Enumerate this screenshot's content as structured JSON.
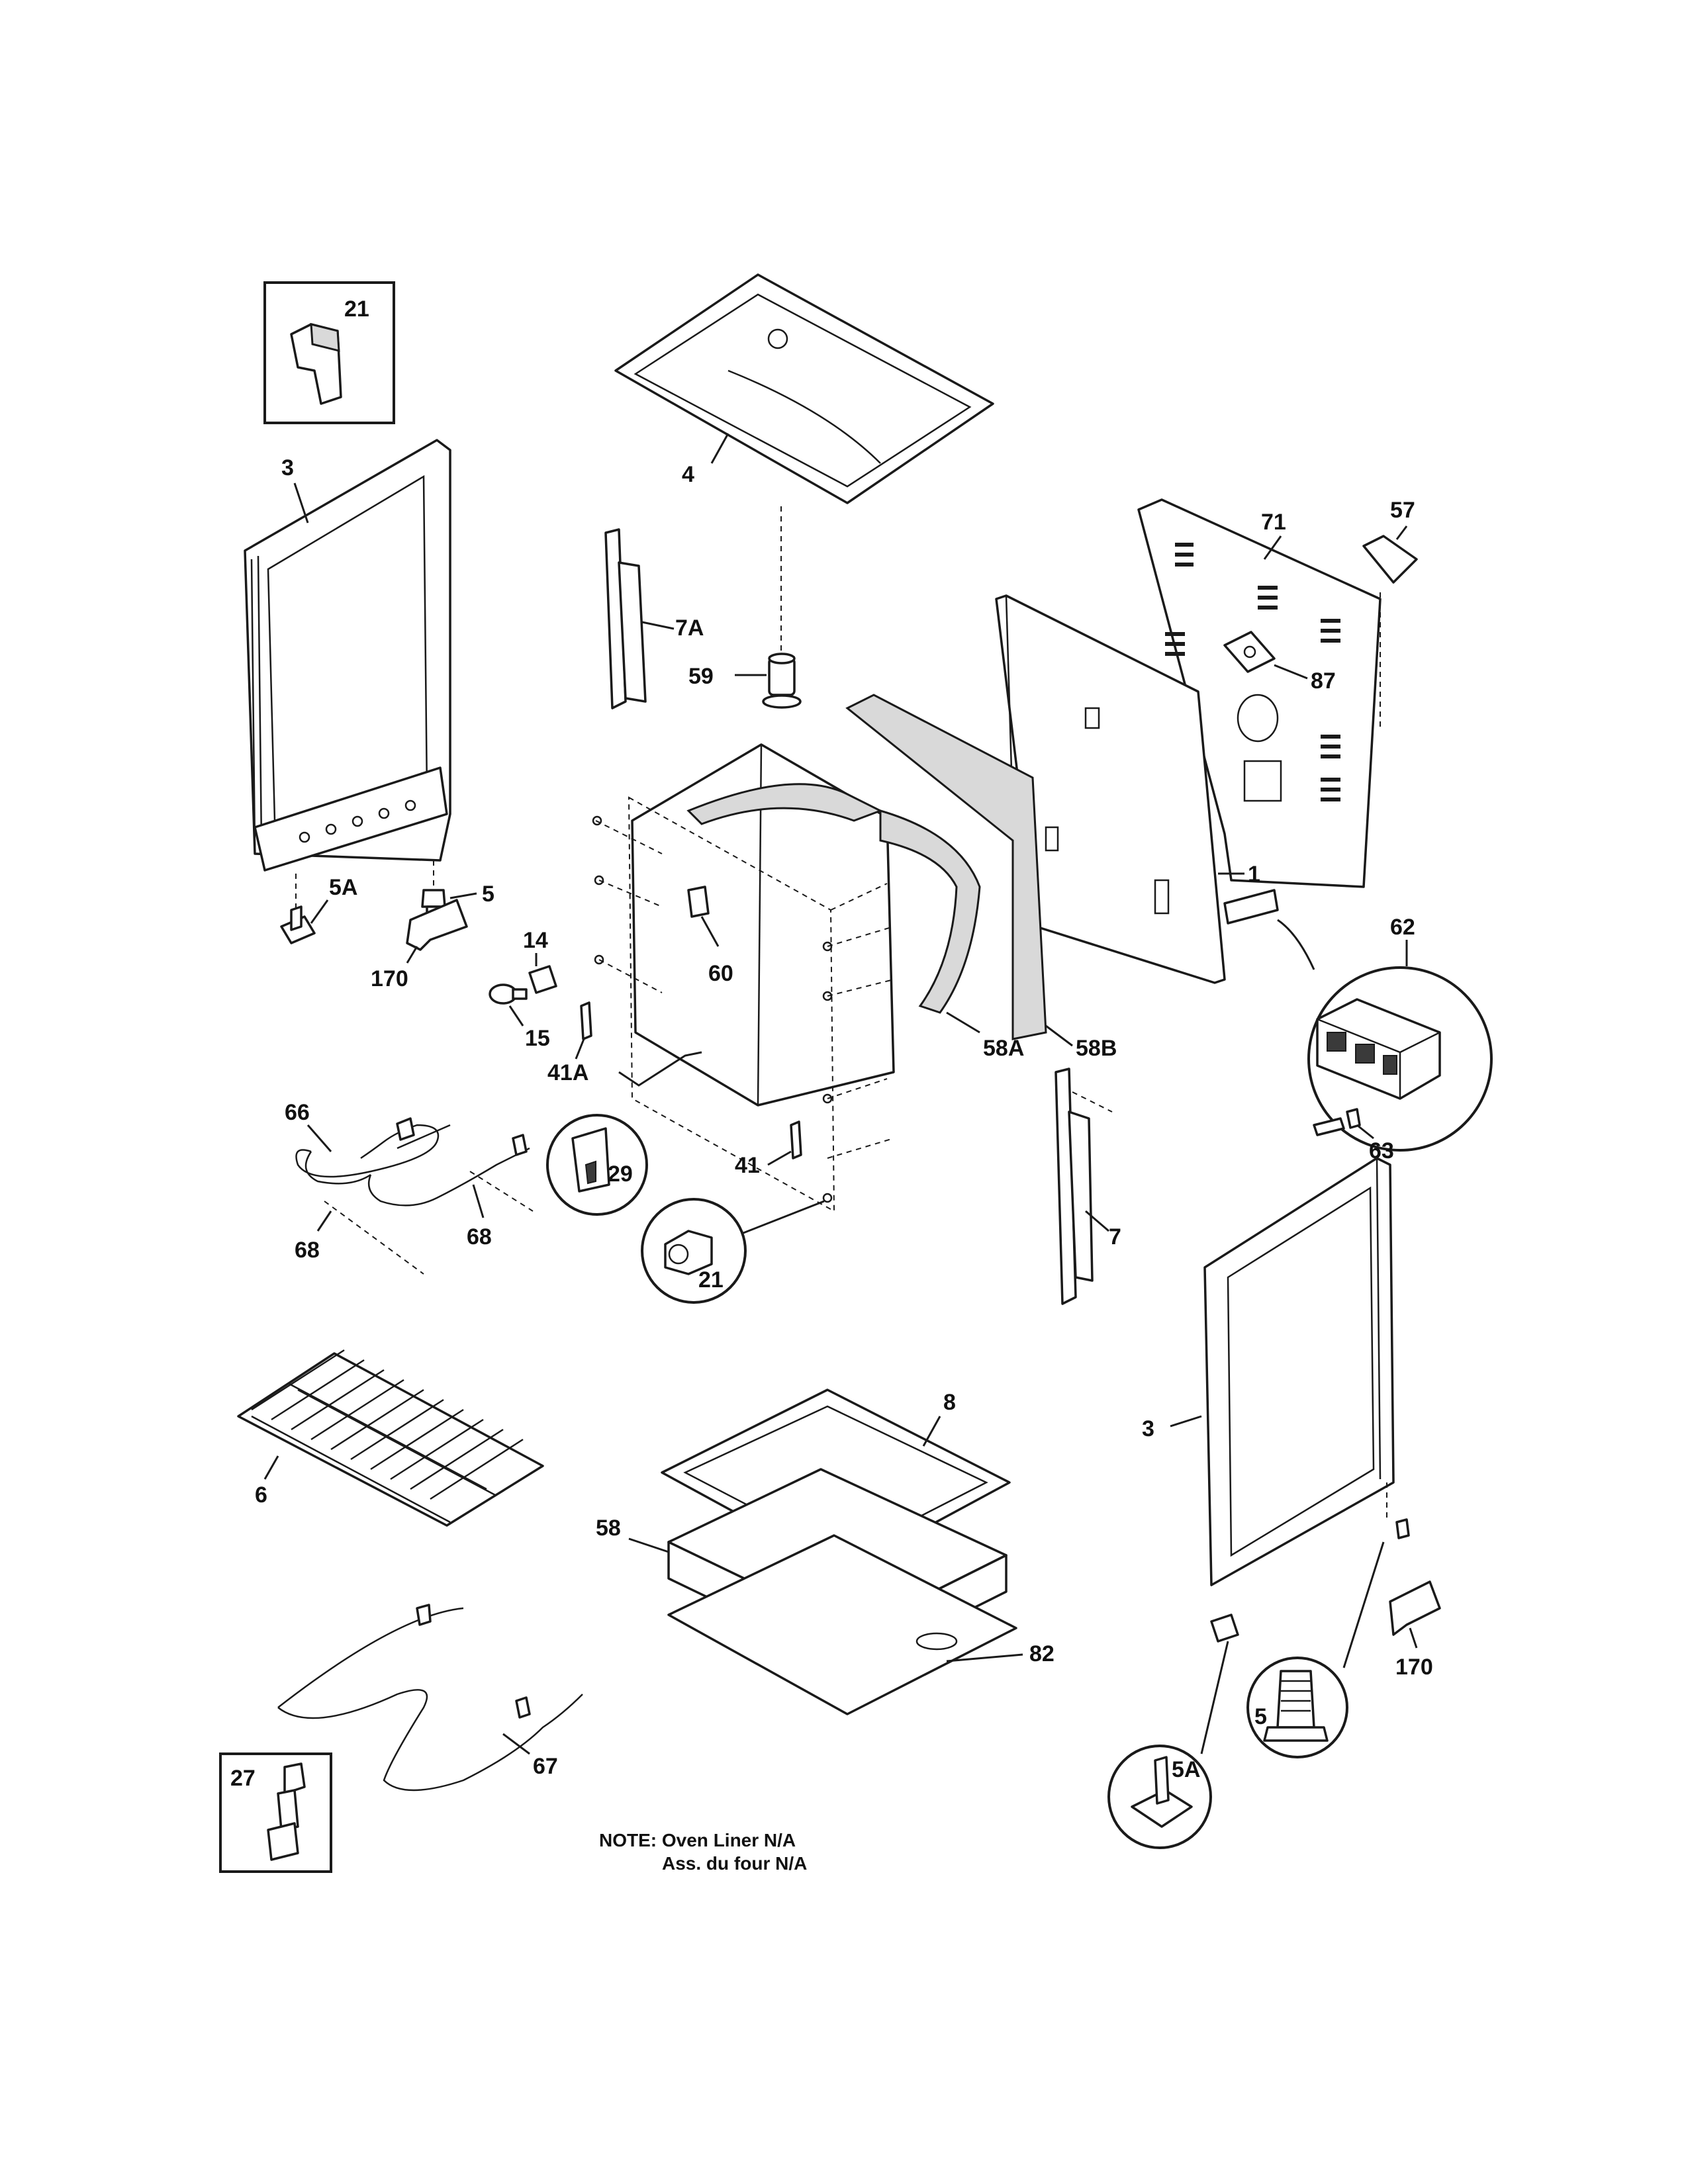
{
  "labels": {
    "p21_box": "21",
    "p3_left": "3",
    "p4": "4",
    "p7A": "7A",
    "p59": "59",
    "p57": "57",
    "p71": "71",
    "p87": "87",
    "p5_left": "5",
    "p5A_left": "5A",
    "p170_left": "170",
    "p14": "14",
    "p60": "60",
    "p15": "15",
    "p41A": "41A",
    "p1": "1",
    "p62": "62",
    "p58B": "58B",
    "p58A": "58A",
    "p63": "63",
    "p66": "66",
    "p29": "29",
    "p41": "41",
    "p68_a": "68",
    "p68_b": "68",
    "p21_circle": "21",
    "p7": "7",
    "p3_right": "3",
    "p8": "8",
    "p6": "6",
    "p58": "58",
    "p82": "82",
    "p170_right": "170",
    "p5_circle": "5",
    "p5A_circle": "5A",
    "p67": "67",
    "p27": "27"
  },
  "note": {
    "line1": "NOTE: Oven Liner N/A",
    "line2": "Ass. du four N/A"
  }
}
